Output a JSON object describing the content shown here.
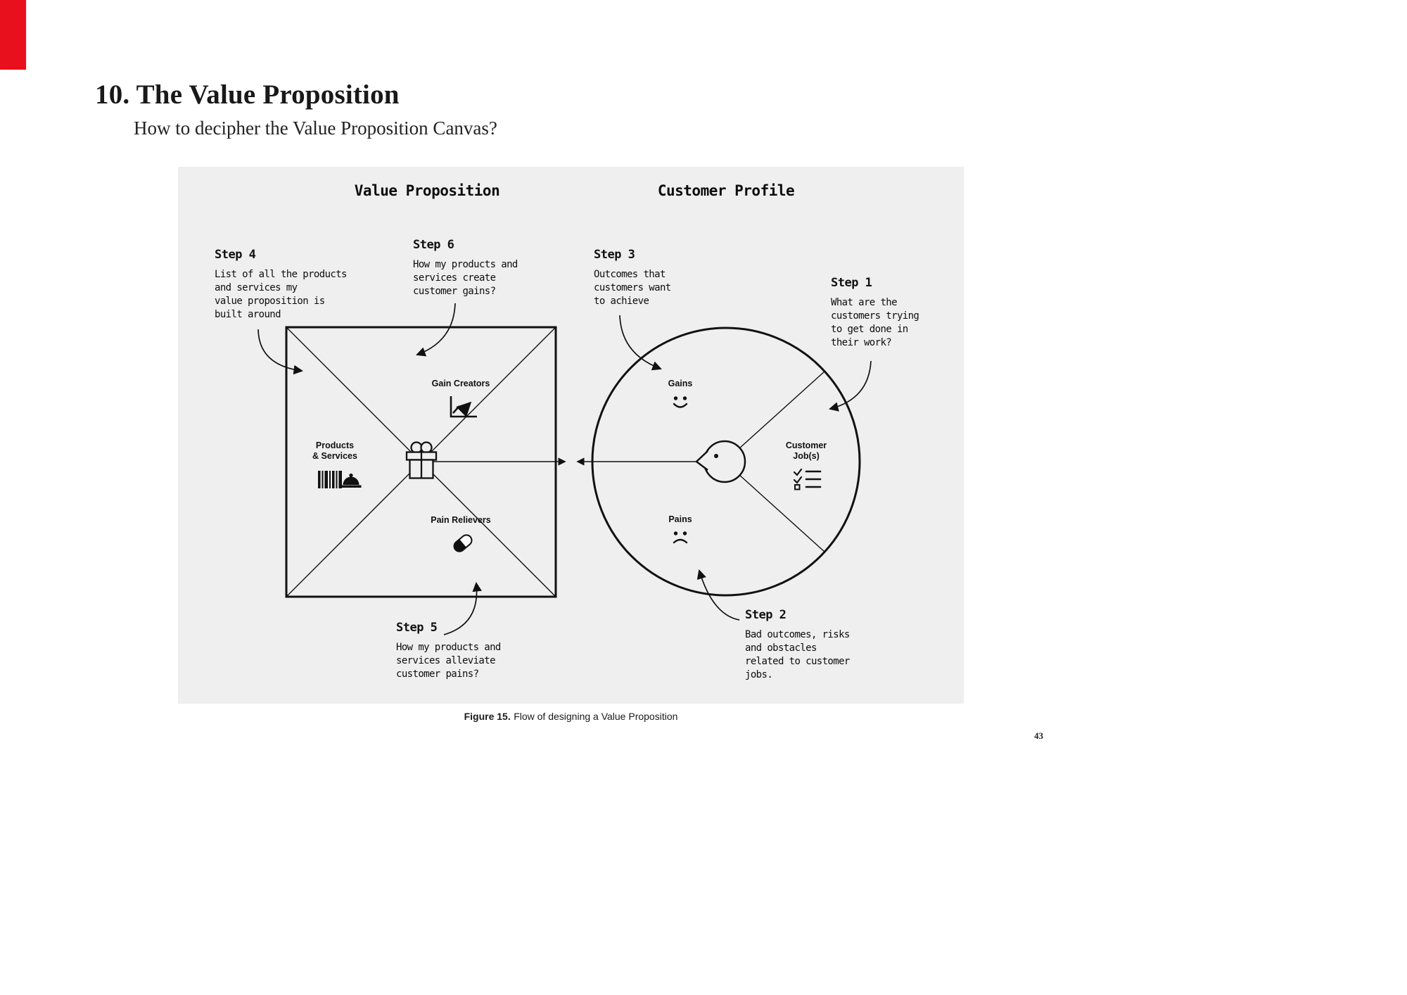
{
  "page": {
    "title": "10. The Value Proposition",
    "subtitle": "How to decipher the Value Proposition Canvas?",
    "caption_label": "Figure 15.",
    "caption_text": "Flow of designing a Value Proposition",
    "page_number": "43",
    "accent_color": "#e8101c",
    "panel_background": "#efefef"
  },
  "diagram": {
    "left_heading": "Value Proposition",
    "right_heading": "Customer Profile",
    "map_labels": {
      "gain_creators": "Gain Creators",
      "products_services": "Products\n& Services",
      "pain_relievers": "Pain Relievers",
      "gains": "Gains",
      "customer_jobs": "Customer\nJob(s)",
      "pains": "Pains"
    },
    "steps": [
      {
        "label": "Step 4",
        "text": "List of all the products\nand services my\nvalue proposition is\nbuilt around"
      },
      {
        "label": "Step 6",
        "text": "How my products and\nservices create\ncustomer gains?"
      },
      {
        "label": "Step 3",
        "text": "Outcomes that\ncustomers want\nto achieve"
      },
      {
        "label": "Step 1",
        "text": "What are the\ncustomers trying\nto get done in\ntheir work?"
      },
      {
        "label": "Step 5",
        "text": "How my products and\nservices alleviate\ncustomer pains?"
      },
      {
        "label": "Step 2",
        "text": "Bad outcomes, risks\nand obstacles\nrelated to customer\njobs."
      }
    ],
    "icons": [
      "chart-increasing-icon",
      "barcode-and-cloche-icon",
      "pill-icon",
      "gift-icon",
      "smiley-face-icon",
      "frowny-face-icon",
      "checklist-icon",
      "customer-head-icon"
    ]
  }
}
